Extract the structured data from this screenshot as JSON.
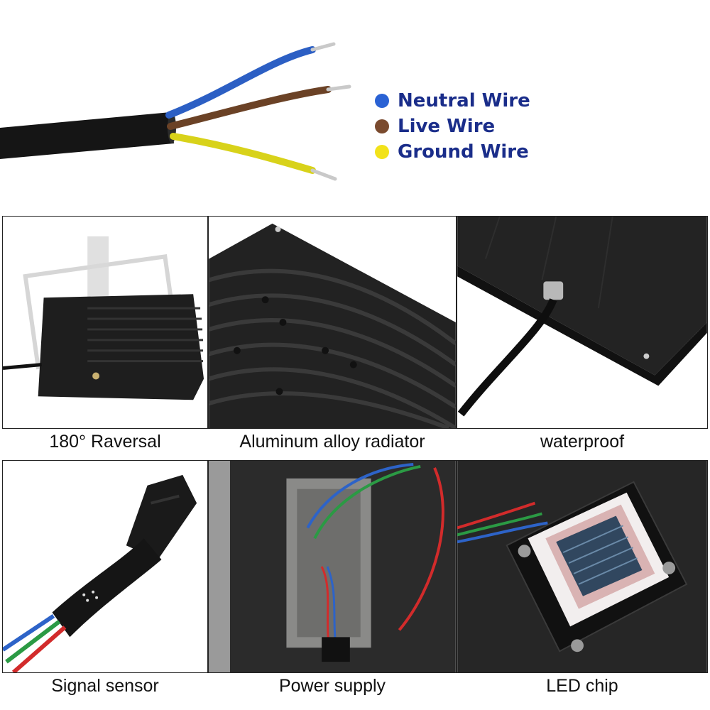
{
  "legend": {
    "items": [
      {
        "label": "Neutral Wire",
        "color": "#2a62d4"
      },
      {
        "label": "Live Wire",
        "color": "#7a4a2e"
      },
      {
        "label": "Ground Wire",
        "color": "#f2e21a"
      }
    ]
  },
  "panels": [
    {
      "caption": "180° Raversal"
    },
    {
      "caption": "Aluminum alloy radiator"
    },
    {
      "caption": "waterproof"
    },
    {
      "caption": "Signal sensor"
    },
    {
      "caption": "Power supply"
    },
    {
      "caption": "LED chip"
    }
  ],
  "colors": {
    "wire_blue": "#2c5fc4",
    "wire_brown": "#6b4226",
    "wire_yellow": "#d8d21a",
    "cable_black": "#141414",
    "legend_text": "#1a2d8a"
  }
}
